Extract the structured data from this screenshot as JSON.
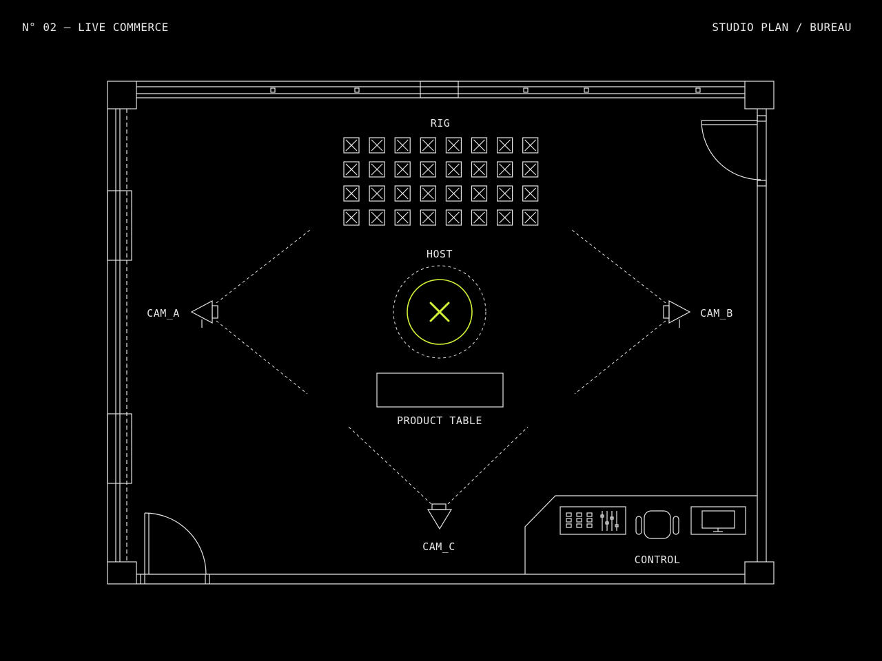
{
  "header": {
    "left_text": "N° 02 — LIVE COMMERCE",
    "right_text": "STUDIO PLAN / BUREAU"
  },
  "plan": {
    "labels": {
      "rig": "RIG",
      "host": "HOST",
      "cam_a": "CAM_A",
      "cam_b": "CAM_B",
      "cam_c": "CAM_C",
      "product_table": "PRODUCT TABLE",
      "control": "CONTROL"
    },
    "rig_grid": {
      "rows": 4,
      "columns": 8
    }
  },
  "colors": {
    "background": "#000000",
    "line": "#e6e6e6",
    "accent": "#d4f036"
  },
  "icons": [
    "camera-icon",
    "door-swing-icon",
    "host-mark-icon",
    "mixer-icon",
    "chair-icon",
    "monitor-icon",
    "light-fixture-icon"
  ]
}
